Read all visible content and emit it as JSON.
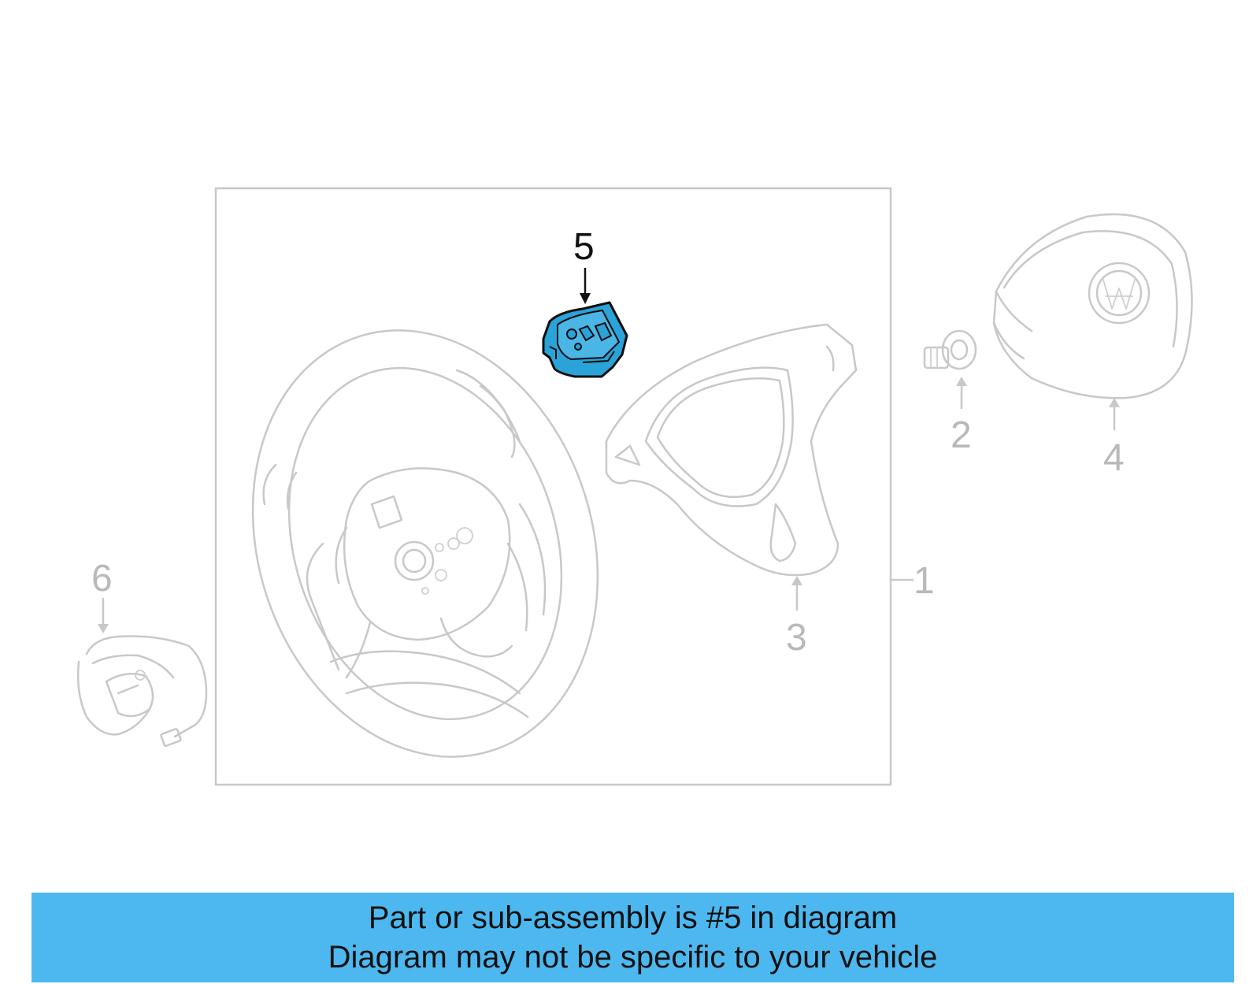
{
  "diagram": {
    "callouts": {
      "c1": "1",
      "c2": "2",
      "c3": "3",
      "c4": "4",
      "c5": "5",
      "c6": "6"
    },
    "highlighted_part": "5",
    "highlight_color": "#2aa3d8",
    "line_color": "#c8c8c8",
    "parts": {
      "p1": "steering-wheel-assembly",
      "p2": "bolt",
      "p3": "trim-cover",
      "p4": "airbag-module",
      "p5": "switch",
      "p6": "switch-harness"
    }
  },
  "banner": {
    "line1": "Part or sub-assembly is #5 in diagram",
    "line2": "Diagram may not be specific to your vehicle",
    "color": "#4db8f0"
  }
}
